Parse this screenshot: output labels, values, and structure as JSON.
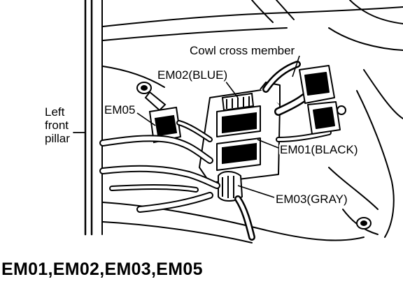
{
  "labels": {
    "cowl_cross_member": "Cowl cross member",
    "em02": "EM02(BLUE)",
    "em05": "EM05",
    "em01": "EM01(BLACK)",
    "em03": "EM03(GRAY)",
    "left_front_pillar": [
      "Left",
      "front",
      "pillar"
    ]
  },
  "caption": "EM01,EM02,EM03,EM05",
  "colors": {
    "ink": "#000000",
    "paper": "#ffffff"
  }
}
